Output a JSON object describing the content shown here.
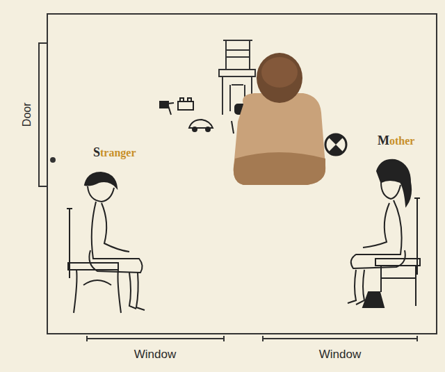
{
  "diagram": {
    "labels": [
      "Door",
      "Stranger",
      "Mother",
      "Window",
      "Window"
    ]
  }
}
